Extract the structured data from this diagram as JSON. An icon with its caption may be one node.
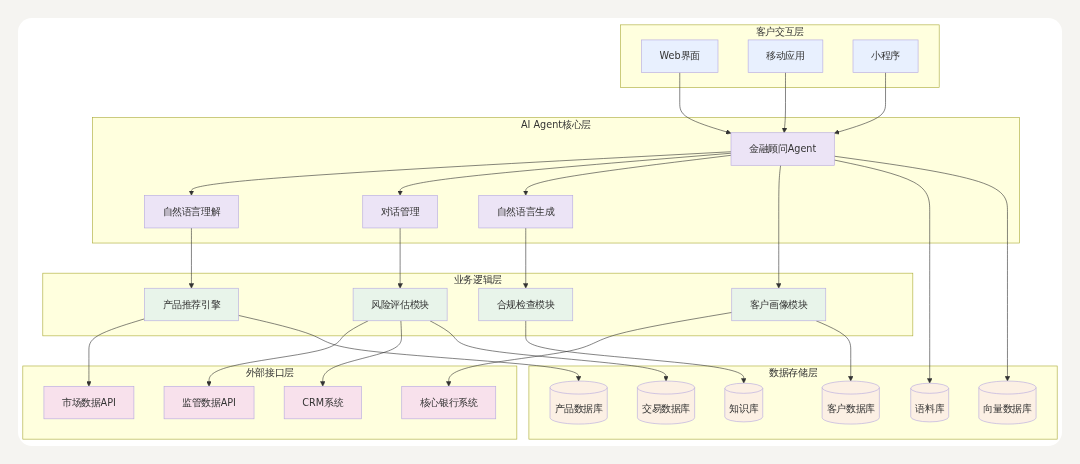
{
  "diagram": {
    "nodes": [
      {
        "text": [
          "客户交互层"
        ]
      },
      {
        "text": [
          "Web界面"
        ],
        "in": 0
      },
      {
        "text": [
          "移动应用"
        ],
        "in": 0
      },
      {
        "text": [
          "小程序"
        ],
        "in": 0
      },
      {
        "text": [
          "AI Agent核心层"
        ]
      },
      {
        "text": [
          "金融顾问Agent"
        ],
        "in": 4
      },
      {
        "text": [
          "自然语言理解"
        ],
        "in": 4
      },
      {
        "text": [
          "对话管理"
        ],
        "in": 4
      },
      {
        "text": [
          "自然语言生成"
        ],
        "in": 4
      },
      {
        "text": [
          "业务逻辑层"
        ]
      },
      {
        "text": [
          "产品推荐引擎"
        ],
        "in": 9
      },
      {
        "text": [
          "风险评估模块"
        ],
        "in": 9
      },
      {
        "text": [
          "客户画像模块"
        ],
        "in": 9
      },
      {
        "text": [
          "合规检查模块"
        ],
        "in": 9
      },
      {
        "text": [
          "外部接口层"
        ]
      },
      {
        "text": [
          "市场数据API"
        ],
        "in": 14
      },
      {
        "text": [
          "监管数据API"
        ],
        "in": 14
      },
      {
        "text": [
          "CRM系统"
        ],
        "in": 14
      },
      {
        "text": [
          "核心银行系统"
        ],
        "in": 14
      },
      {
        "text": [
          "数据存储层"
        ]
      },
      {
        "text": [
          "客户数据库"
        ],
        "in": 19
      },
      {
        "text": [
          "产品数据库"
        ],
        "in": 19
      },
      {
        "text": [
          "交易数据库"
        ],
        "in": 19
      },
      {
        "text": [
          "知识库"
        ],
        "in": 19
      },
      {
        "text": [
          "语料库"
        ],
        "in": 19
      },
      {
        "text": [
          "向量数据库"
        ],
        "in": 19
      }
    ],
    "edges": [
      {
        "from": 1,
        "to": 5,
        "arrow": "to"
      },
      {
        "from": 2,
        "to": 5,
        "arrow": "to"
      },
      {
        "from": 3,
        "to": 5,
        "arrow": "to"
      },
      {
        "from": 5,
        "to": 6,
        "arrow": "to"
      },
      {
        "from": 5,
        "to": 7,
        "arrow": "to"
      },
      {
        "from": 5,
        "to": 8,
        "arrow": "to"
      },
      {
        "from": 5,
        "to": 12,
        "arrow": "to"
      },
      {
        "from": 5,
        "to": 24,
        "arrow": "to"
      },
      {
        "from": 5,
        "to": 25,
        "arrow": "to"
      },
      {
        "from": 6,
        "to": 10,
        "arrow": "to"
      },
      {
        "from": 7,
        "to": 11,
        "arrow": "to"
      },
      {
        "from": 8,
        "to": 13,
        "arrow": "to"
      },
      {
        "from": 10,
        "to": 15,
        "arrow": "to"
      },
      {
        "from": 10,
        "to": 21,
        "arrow": "to"
      },
      {
        "from": 11,
        "to": 16,
        "arrow": "to"
      },
      {
        "from": 11,
        "to": 17,
        "arrow": "to"
      },
      {
        "from": 11,
        "to": 22,
        "arrow": "to"
      },
      {
        "from": 12,
        "to": 18,
        "arrow": "to"
      },
      {
        "from": 12,
        "to": 20,
        "arrow": "to"
      },
      {
        "from": 13,
        "to": 23,
        "arrow": "to"
      }
    ]
  }
}
